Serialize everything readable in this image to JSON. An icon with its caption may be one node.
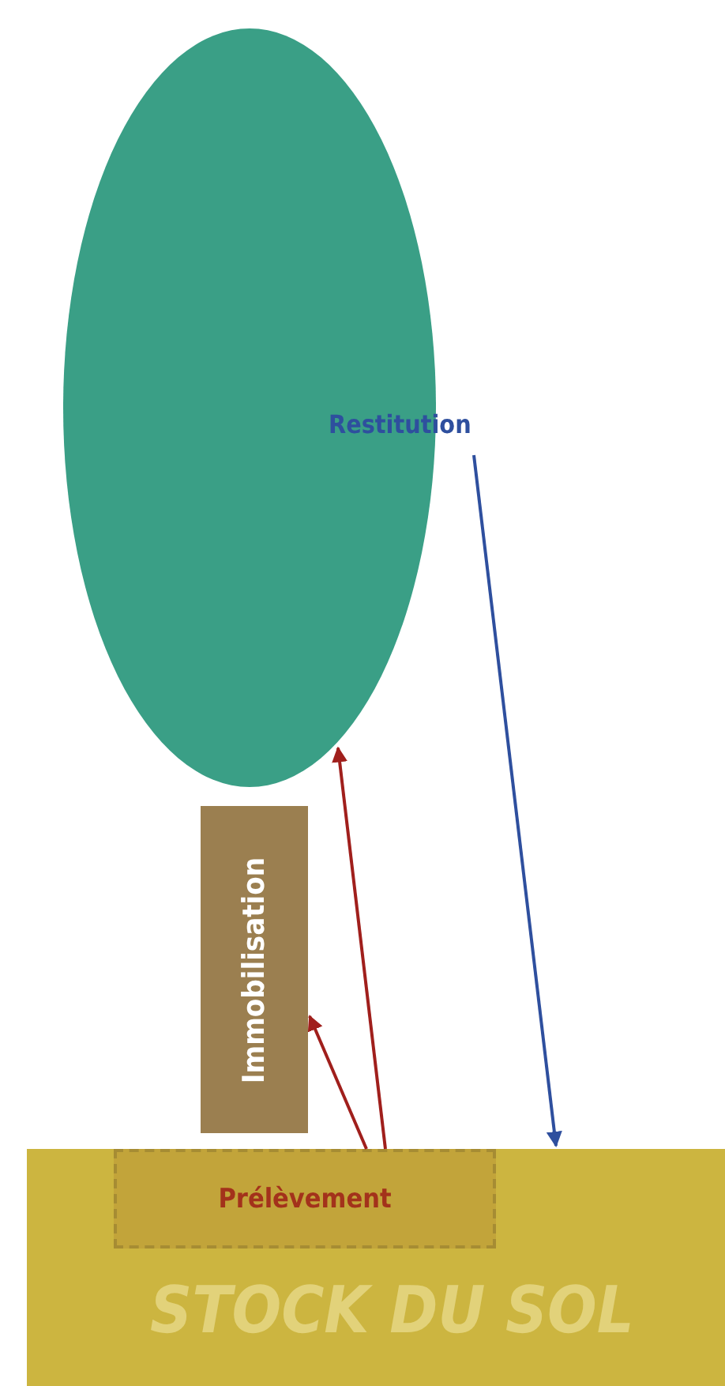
{
  "diagram": {
    "nodes": [
      {
        "text": [],
        "shape": "ellipse"
      },
      {
        "text": [
          "Immobilisation"
        ]
      },
      {
        "text": [
          "STOCK DU SOL"
        ]
      },
      {
        "text": [
          "Prélèvement"
        ],
        "in": 2
      },
      {
        "text": [
          "Restitution"
        ]
      }
    ],
    "edges": [
      {
        "from": 3,
        "to": 0,
        "arrow": "to"
      },
      {
        "from": 3,
        "to": 1,
        "arrow": "to"
      },
      {
        "from": 4,
        "to": 2,
        "arrow": "to",
        "color": "#2e4f9e"
      }
    ]
  }
}
